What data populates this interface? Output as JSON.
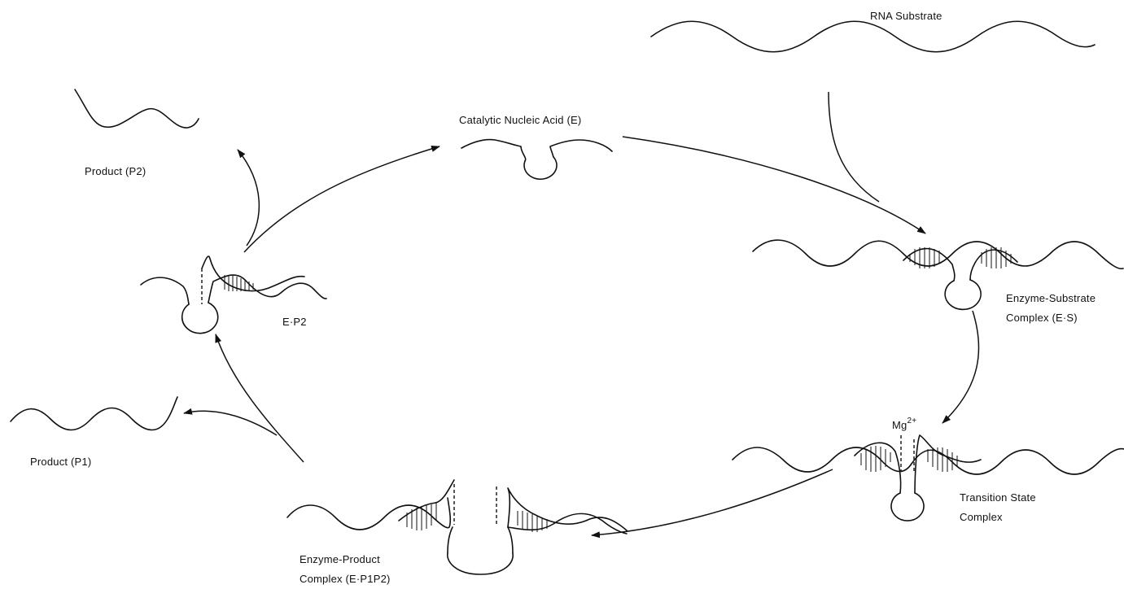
{
  "labels": {
    "rna_substrate": "RNA Substrate",
    "catalytic_nucleic_acid": "Catalytic Nucleic Acid (E)",
    "product_p2": "Product (P2)",
    "ep2": "E·P2",
    "product_p1": "Product (P1)",
    "es_line1": "Enzyme-Substrate",
    "es_line2": "Complex (E·S)",
    "mg_base": "Mg",
    "mg_charge": "2+",
    "ts_line1": "Transition State",
    "ts_line2": "Complex",
    "ep_line1": "Enzyme-Product",
    "ep_line2": "Complex (E·P1P2)"
  }
}
